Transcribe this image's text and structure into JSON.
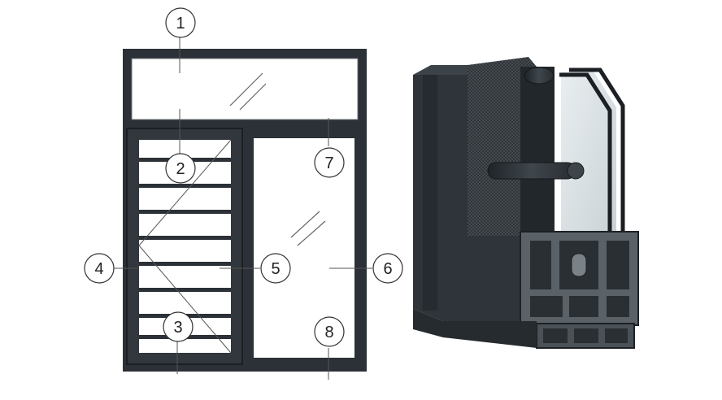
{
  "diagram": {
    "callouts": [
      {
        "id": "1",
        "label": "1"
      },
      {
        "id": "2",
        "label": "2"
      },
      {
        "id": "3",
        "label": "3"
      },
      {
        "id": "4",
        "label": "4"
      },
      {
        "id": "5",
        "label": "5"
      },
      {
        "id": "6",
        "label": "6"
      },
      {
        "id": "7",
        "label": "7"
      },
      {
        "id": "8",
        "label": "8"
      }
    ]
  },
  "colors": {
    "frame": "#2b3136",
    "frame_edge": "#1b1f23",
    "glass": "#ffffff",
    "mesh": "#3a3f43",
    "profile_light": "#5c646a",
    "profile_dark": "#24292d",
    "line": "#555555"
  }
}
